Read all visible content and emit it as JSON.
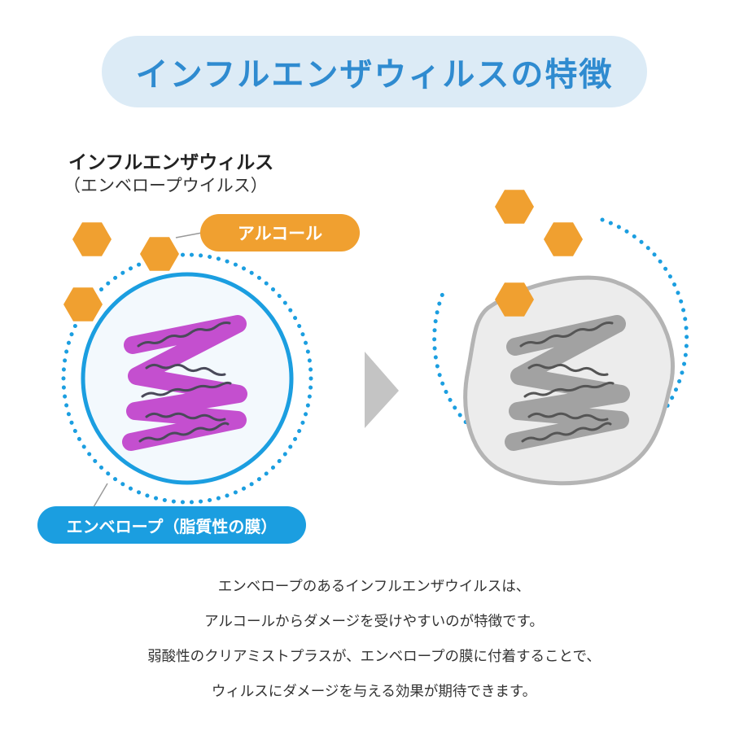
{
  "title": "インフルエンザウィルスの特徴",
  "virus": {
    "name": "インフルエンザウィルス",
    "type": "（エンベロープウイルス）"
  },
  "labels": {
    "alcohol": "アルコール",
    "envelope": "エンベロープ（脂質性の膜）"
  },
  "description": [
    "エンベロープのあるインフルエンザウイルスは、",
    "アルコールからダメージを受けやすいのが特徴です。",
    "弱酸性のクリアミストプラスが、エンベロープの膜に付着することで、",
    "ウィルスにダメージを与える効果が期待できます。"
  ],
  "colors": {
    "title_bg": "#dcebf6",
    "title_text": "#2f8bd0",
    "alcohol": "#f0a030",
    "envelope": "#1b9ee0",
    "rna_active": "#c44fcf",
    "rna_damaged": "#a2a2a2",
    "arrow": "#c4c4c4"
  },
  "icons": [
    "alcohol-molecule-icon",
    "envelope-membrane",
    "rna-strand",
    "damaged-virus",
    "arrow-right-icon"
  ]
}
